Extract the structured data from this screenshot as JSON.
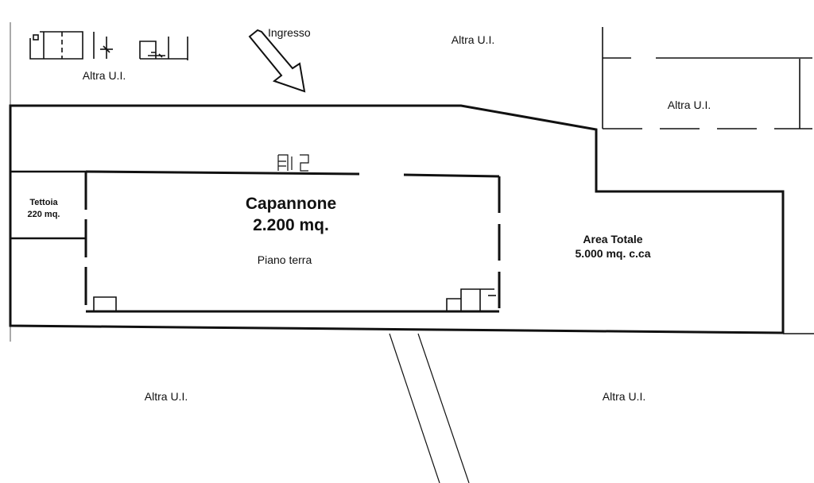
{
  "neighbors": {
    "top_left": "Altra U.I.",
    "top_center": "Altra U.I.",
    "top_right": "Altra U.I.",
    "bottom_left": "Altra U.I.",
    "bottom_right": "Altra U.I."
  },
  "entrance": {
    "label": "Ingresso"
  },
  "warehouse": {
    "name": "Capannone",
    "area": "2.200 mq.",
    "floor": "Piano terra"
  },
  "canopy": {
    "name": "Tettoia",
    "area": "220 mq."
  },
  "total_area": {
    "title": "Area Totale",
    "value": "5.000 mq. c.ca"
  },
  "colors": {
    "line": "#111111",
    "background": "#ffffff"
  }
}
